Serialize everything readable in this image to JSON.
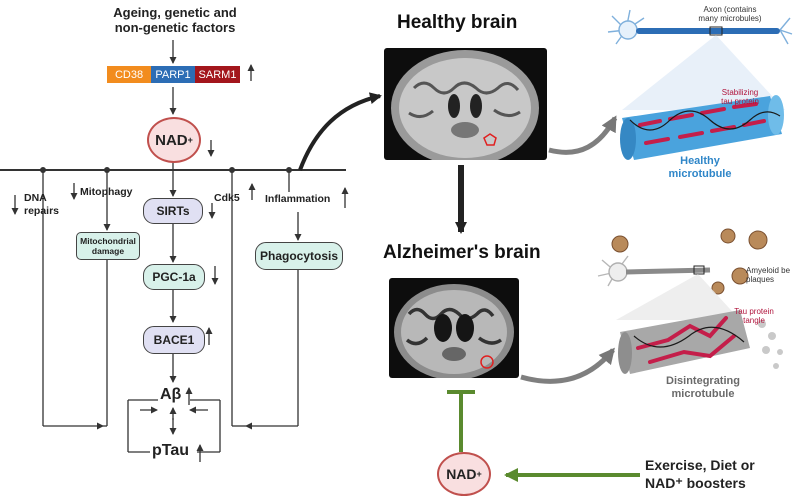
{
  "left": {
    "factors": "Ageing, genetic and\nnon-genetic factors",
    "enzymes": [
      "CD38",
      "PARP1",
      "SARM1"
    ],
    "nad": "NAD",
    "nad_sup": "+",
    "dna_repairs": "DNA\nrepairs",
    "mitophagy": "Mitophagy",
    "mito_damage": "Mitochondrial\ndamage",
    "sirts": "SIRTs",
    "cdk5": "Cdk5",
    "inflammation": "Inflammation",
    "phagocytosis": "Phagocytosis",
    "pgc": "PGC-1a",
    "bace": "BACE1",
    "abeta": "Aβ",
    "ptau": "pTau"
  },
  "middle": {
    "healthy_title": "Healthy brain",
    "alz_title": "Alzheimer's brain",
    "nad": "NAD",
    "nad_sup": "+",
    "interventions": "Exercise, Diet or\nNAD⁺ boosters"
  },
  "right": {
    "axon_note": "Axon (contains\nmany microbules)",
    "stabilizing": "Stabilizing\ntau protein",
    "healthy_mt": "Healthy\nmicrotubule",
    "amyloid": "Amyeloid be\nplaques",
    "tau_tangle": "Tau protein\ntangle",
    "disintegrating": "Disintegrating\nmicrotubule"
  },
  "colors": {
    "cd38": "#f28c1e",
    "parp1": "#2c6db5",
    "sarm1": "#a3161c",
    "lavender": "#e0e0f3",
    "mint": "#d8f1ea",
    "nad_fill": "#f9dfe0",
    "nad_border": "#c0504d",
    "inhibit_green": "#5a8a2e",
    "healthy_blue": "#2f86c8",
    "tubulin_blue": "#4aa3dd",
    "tau_red": "#c41e4a"
  },
  "icons": [
    "neuron-icon",
    "microtubule-icon",
    "amyloid-plaque-icon",
    "brain-mri-image"
  ]
}
